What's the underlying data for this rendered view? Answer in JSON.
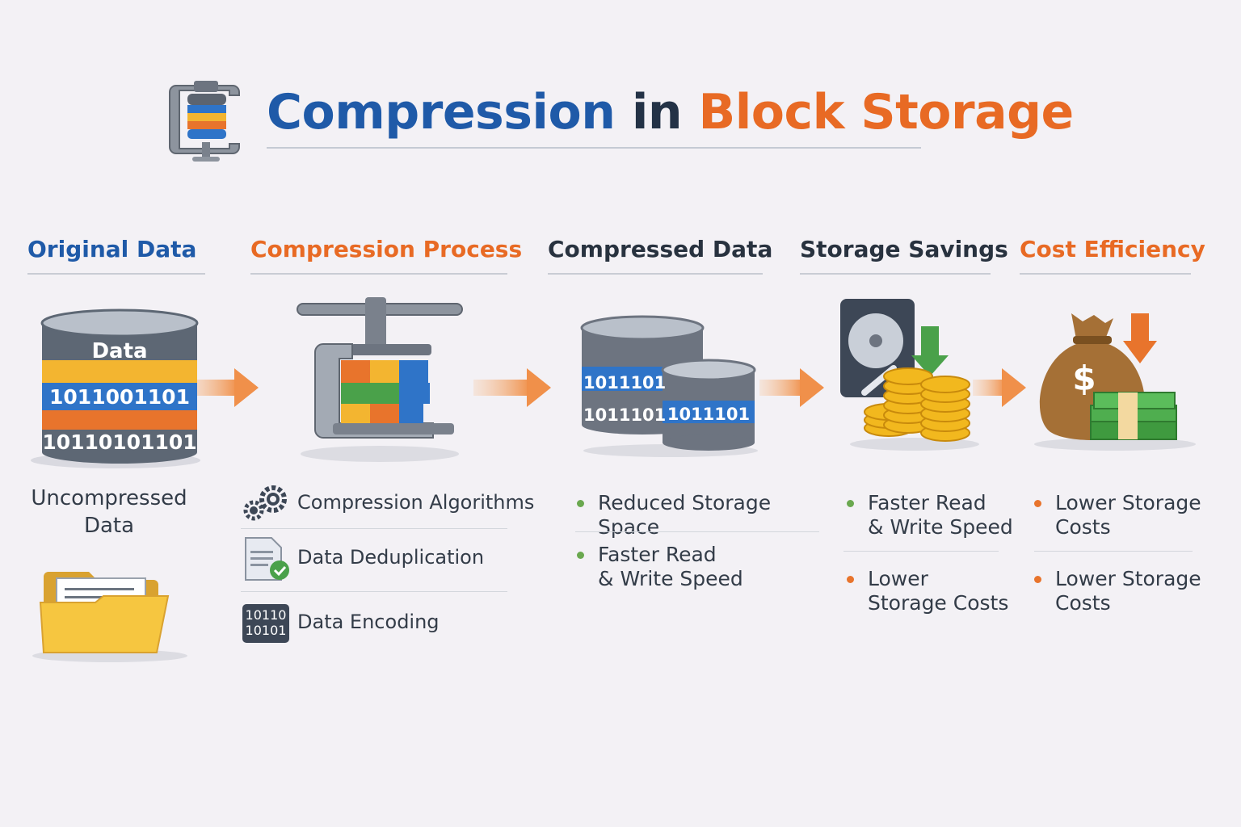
{
  "title": {
    "part1": "Compression",
    "part2": "in",
    "part3": "Block Storage",
    "icon": "clamp-compress-icon"
  },
  "colors": {
    "blue": "#1f5aa8",
    "orange": "#e86a24",
    "dark": "#28323f",
    "green_bullet": "#6aa84f",
    "orange_bullet": "#e8742c",
    "arrow": "#f0904a"
  },
  "columns": [
    {
      "header": "Original Data",
      "icon": "database-icon"
    },
    {
      "header": "Compression Process",
      "icon": "clamp-press-icon"
    },
    {
      "header": "Compressed Data",
      "icon": "compressed-database-icon"
    },
    {
      "header": "Storage Savings",
      "icon": "hard-drive-coins-icon"
    },
    {
      "header": "Cost Efficiency",
      "icon": "money-bag-icon"
    }
  ],
  "original": {
    "db_label": "Data",
    "db_binary_1": "1011001101",
    "db_binary_2": "10110101101",
    "caption_line1": "Uncompressed",
    "caption_line2": "Data",
    "folder_icon": "folder-icon"
  },
  "process": {
    "items": [
      {
        "label": "Compression Algorithms",
        "icon": "gears-icon"
      },
      {
        "label": "Data Deduplication",
        "icon": "document-check-icon"
      },
      {
        "label": "Data Encoding",
        "icon": "binary-chip-icon"
      }
    ],
    "chip_line1": "10110",
    "chip_line2": "10101"
  },
  "compressed": {
    "db1_binary_1": "1011101",
    "db1_binary_2": "1011101",
    "db2_binary": "1011101",
    "bullets": [
      {
        "line1": "Reduced Storage Space",
        "line2": ""
      },
      {
        "line1": "Faster Read",
        "line2": "& Write Speed"
      }
    ]
  },
  "savings": {
    "bullets": [
      {
        "line1": "Faster Read",
        "line2": "& Write Speed"
      },
      {
        "line1": "Lower",
        "line2": "Storage Costs"
      }
    ]
  },
  "cost": {
    "bag_symbol": "$",
    "bullets": [
      {
        "line1": "Lower Storage",
        "line2": "Costs"
      },
      {
        "line1": "Lower Storage",
        "line2": "Costs"
      }
    ]
  }
}
